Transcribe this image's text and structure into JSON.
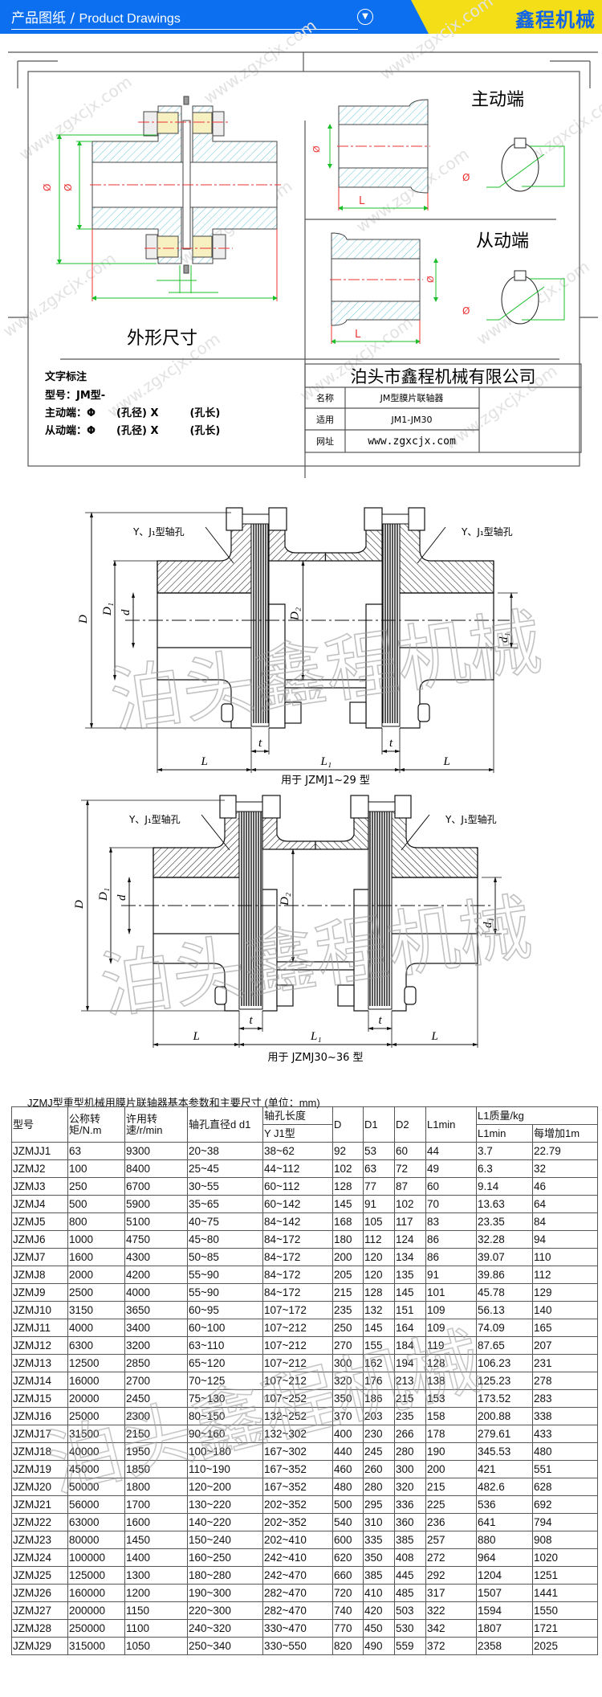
{
  "header": {
    "title_cn": "产品图纸",
    "separator": "/",
    "title_en": "Product Drawings",
    "icon": "circle-chevron-down-icon",
    "brand": "鑫程机械",
    "colors": {
      "bar": "#0b6ff0",
      "accent": "#f4de18",
      "brand_text": "#1266e6"
    }
  },
  "drawing1": {
    "watermark": "www.zgxcjx.com",
    "driving_end": "主动端",
    "driven_end": "从动端",
    "outline_label": "外形尺寸",
    "dim_phi": "Ø",
    "dim_L": "L",
    "notes": {
      "heading": "文字标注",
      "model": "型号：JM型-",
      "driving": "主动端：Φ　　(孔径) X　　　(孔长)",
      "driven": "从动端：Φ　　(孔径) X　　　(孔长)"
    },
    "title_block": {
      "company": "泊头市鑫程机械有限公司",
      "rows": [
        {
          "label": "名称",
          "value": "JM型膜片联轴器"
        },
        {
          "label": "适用",
          "value": "JM1-JM30"
        },
        {
          "label": "网址",
          "value": "www.zgxcjx.com"
        }
      ]
    }
  },
  "drawing2": {
    "bore_label": "Y、J₁型轴孔",
    "D": "D",
    "D1": "D₁",
    "d": "d",
    "D2": "D₂",
    "d1": "d₁",
    "L": "L",
    "L1": "L₁",
    "t": "t",
    "caption": "用于 JZMJ1~29 型",
    "watermark": "泊头鑫程机械"
  },
  "drawing3": {
    "bore_label": "Y、J₁型轴孔",
    "D": "D",
    "D1": "D₁",
    "d": "d",
    "D2": "D₂",
    "d1": "d₁",
    "L": "L",
    "L1": "L₁",
    "t": "t",
    "caption": "用于 JZMJ30~36 型",
    "watermark": "泊头鑫程机械"
  },
  "table": {
    "title": "JZMJ型重型机械用膜片联轴器基本参数和主要尺寸 (单位：mm)",
    "watermark": "泊头鑫程机械",
    "headers": {
      "model": "型号",
      "torque": "公称转矩/N.m",
      "speed": "许用转速/r/min",
      "bore": "轴孔直径d  d1",
      "length": "轴孔长度",
      "length_sub": "Y  J1型",
      "D": "D",
      "D1": "D1",
      "D2": "D2",
      "L1min": "L1min",
      "mass": "L1质量/kg",
      "mass_sub1": "L1min",
      "mass_sub2": "每增加1m"
    },
    "rows": [
      [
        "JZMJJ1",
        "63",
        "9300",
        "20~38",
        "38~62",
        "92",
        "53",
        "60",
        "44",
        "3.7",
        "22.79"
      ],
      [
        "JZMJ2",
        "100",
        "8400",
        "25~45",
        "44~112",
        "102",
        "63",
        "72",
        "49",
        "6.3",
        "32"
      ],
      [
        "JZMJ3",
        "250",
        "6700",
        "30~55",
        "60~112",
        "128",
        "77",
        "87",
        "60",
        "9.14",
        "46"
      ],
      [
        "JZMJ4",
        "500",
        "5900",
        "35~65",
        "60~142",
        "145",
        "91",
        "102",
        "70",
        "13.63",
        "64"
      ],
      [
        "JZMJ5",
        "800",
        "5100",
        "40~75",
        "84~142",
        "168",
        "105",
        "117",
        "83",
        "23.35",
        "84"
      ],
      [
        "JZMJ6",
        "1000",
        "4750",
        "45~80",
        "84~172",
        "180",
        "112",
        "124",
        "86",
        "32.28",
        "94"
      ],
      [
        "JZMJ7",
        "1600",
        "4300",
        "50~85",
        "84~172",
        "200",
        "120",
        "134",
        "86",
        "39.07",
        "110"
      ],
      [
        "JZMJ8",
        "2000",
        "4200",
        "55~90",
        "84~172",
        "205",
        "120",
        "135",
        "91",
        "39.86",
        "112"
      ],
      [
        "JZMJ9",
        "2500",
        "4000",
        "55~90",
        "84~172",
        "215",
        "128",
        "145",
        "101",
        "45.78",
        "129"
      ],
      [
        "JZMJ10",
        "3150",
        "3650",
        "60~95",
        "107~172",
        "235",
        "132",
        "151",
        "109",
        "56.13",
        "140"
      ],
      [
        "JZMJ11",
        "4000",
        "3400",
        "60~100",
        "107~212",
        "250",
        "145",
        "164",
        "109",
        "74.09",
        "165"
      ],
      [
        "JZMJ12",
        "6300",
        "3200",
        "63~110",
        "107~212",
        "270",
        "155",
        "184",
        "119",
        "87.65",
        "207"
      ],
      [
        "JZMJ13",
        "12500",
        "2850",
        "65~120",
        "107~212",
        "300",
        "162",
        "194",
        "128",
        "106.23",
        "231"
      ],
      [
        "JZMJ14",
        "16000",
        "2700",
        "70~125",
        "107~212",
        "320",
        "176",
        "213",
        "138",
        "125.23",
        "278"
      ],
      [
        "JZMJ15",
        "20000",
        "2450",
        "75~130",
        "107~252",
        "350",
        "186",
        "215",
        "153",
        "173.52",
        "283"
      ],
      [
        "JZMJ16",
        "25000",
        "2300",
        "80~150",
        "132~252",
        "370",
        "203",
        "235",
        "158",
        "200.88",
        "338"
      ],
      [
        "JZMJ17",
        "31500",
        "2150",
        "90~160",
        "132~302",
        "400",
        "230",
        "266",
        "178",
        "279.61",
        "433"
      ],
      [
        "JZMJ18",
        "40000",
        "1950",
        "100~180",
        "167~302",
        "440",
        "245",
        "280",
        "190",
        "345.53",
        "480"
      ],
      [
        "JZMJ19",
        "45000",
        "1850",
        "110~190",
        "167~352",
        "460",
        "260",
        "300",
        "200",
        "421",
        "551"
      ],
      [
        "JZMJ20",
        "50000",
        "1800",
        "120~200",
        "167~352",
        "480",
        "280",
        "320",
        "215",
        "482.6",
        "628"
      ],
      [
        "JZMJ21",
        "56000",
        "1700",
        "130~220",
        "202~352",
        "500",
        "295",
        "336",
        "225",
        "536",
        "692"
      ],
      [
        "JZMJ22",
        "63000",
        "1600",
        "140~220",
        "202~352",
        "540",
        "310",
        "360",
        "236",
        "641",
        "794"
      ],
      [
        "JZMJ23",
        "80000",
        "1450",
        "150~240",
        "202~410",
        "600",
        "335",
        "385",
        "257",
        "880",
        "908"
      ],
      [
        "JZMJ24",
        "100000",
        "1400",
        "160~250",
        "242~410",
        "620",
        "350",
        "408",
        "272",
        "964",
        "1020"
      ],
      [
        "JZMJ25",
        "125000",
        "1300",
        "180~280",
        "242~470",
        "660",
        "385",
        "445",
        "292",
        "1204",
        "1251"
      ],
      [
        "JZMJ26",
        "160000",
        "1200",
        "190~300",
        "282~470",
        "720",
        "410",
        "485",
        "317",
        "1507",
        "1441"
      ],
      [
        "JZMJ27",
        "200000",
        "1150",
        "220~300",
        "282~470",
        "740",
        "420",
        "503",
        "322",
        "1594",
        "1550"
      ],
      [
        "JZMJ28",
        "250000",
        "1100",
        "240~320",
        "330~470",
        "770",
        "450",
        "530",
        "342",
        "1807",
        "1721"
      ],
      [
        "JZMJ29",
        "315000",
        "1050",
        "250~340",
        "330~550",
        "820",
        "490",
        "559",
        "372",
        "2358",
        "2025"
      ]
    ]
  }
}
